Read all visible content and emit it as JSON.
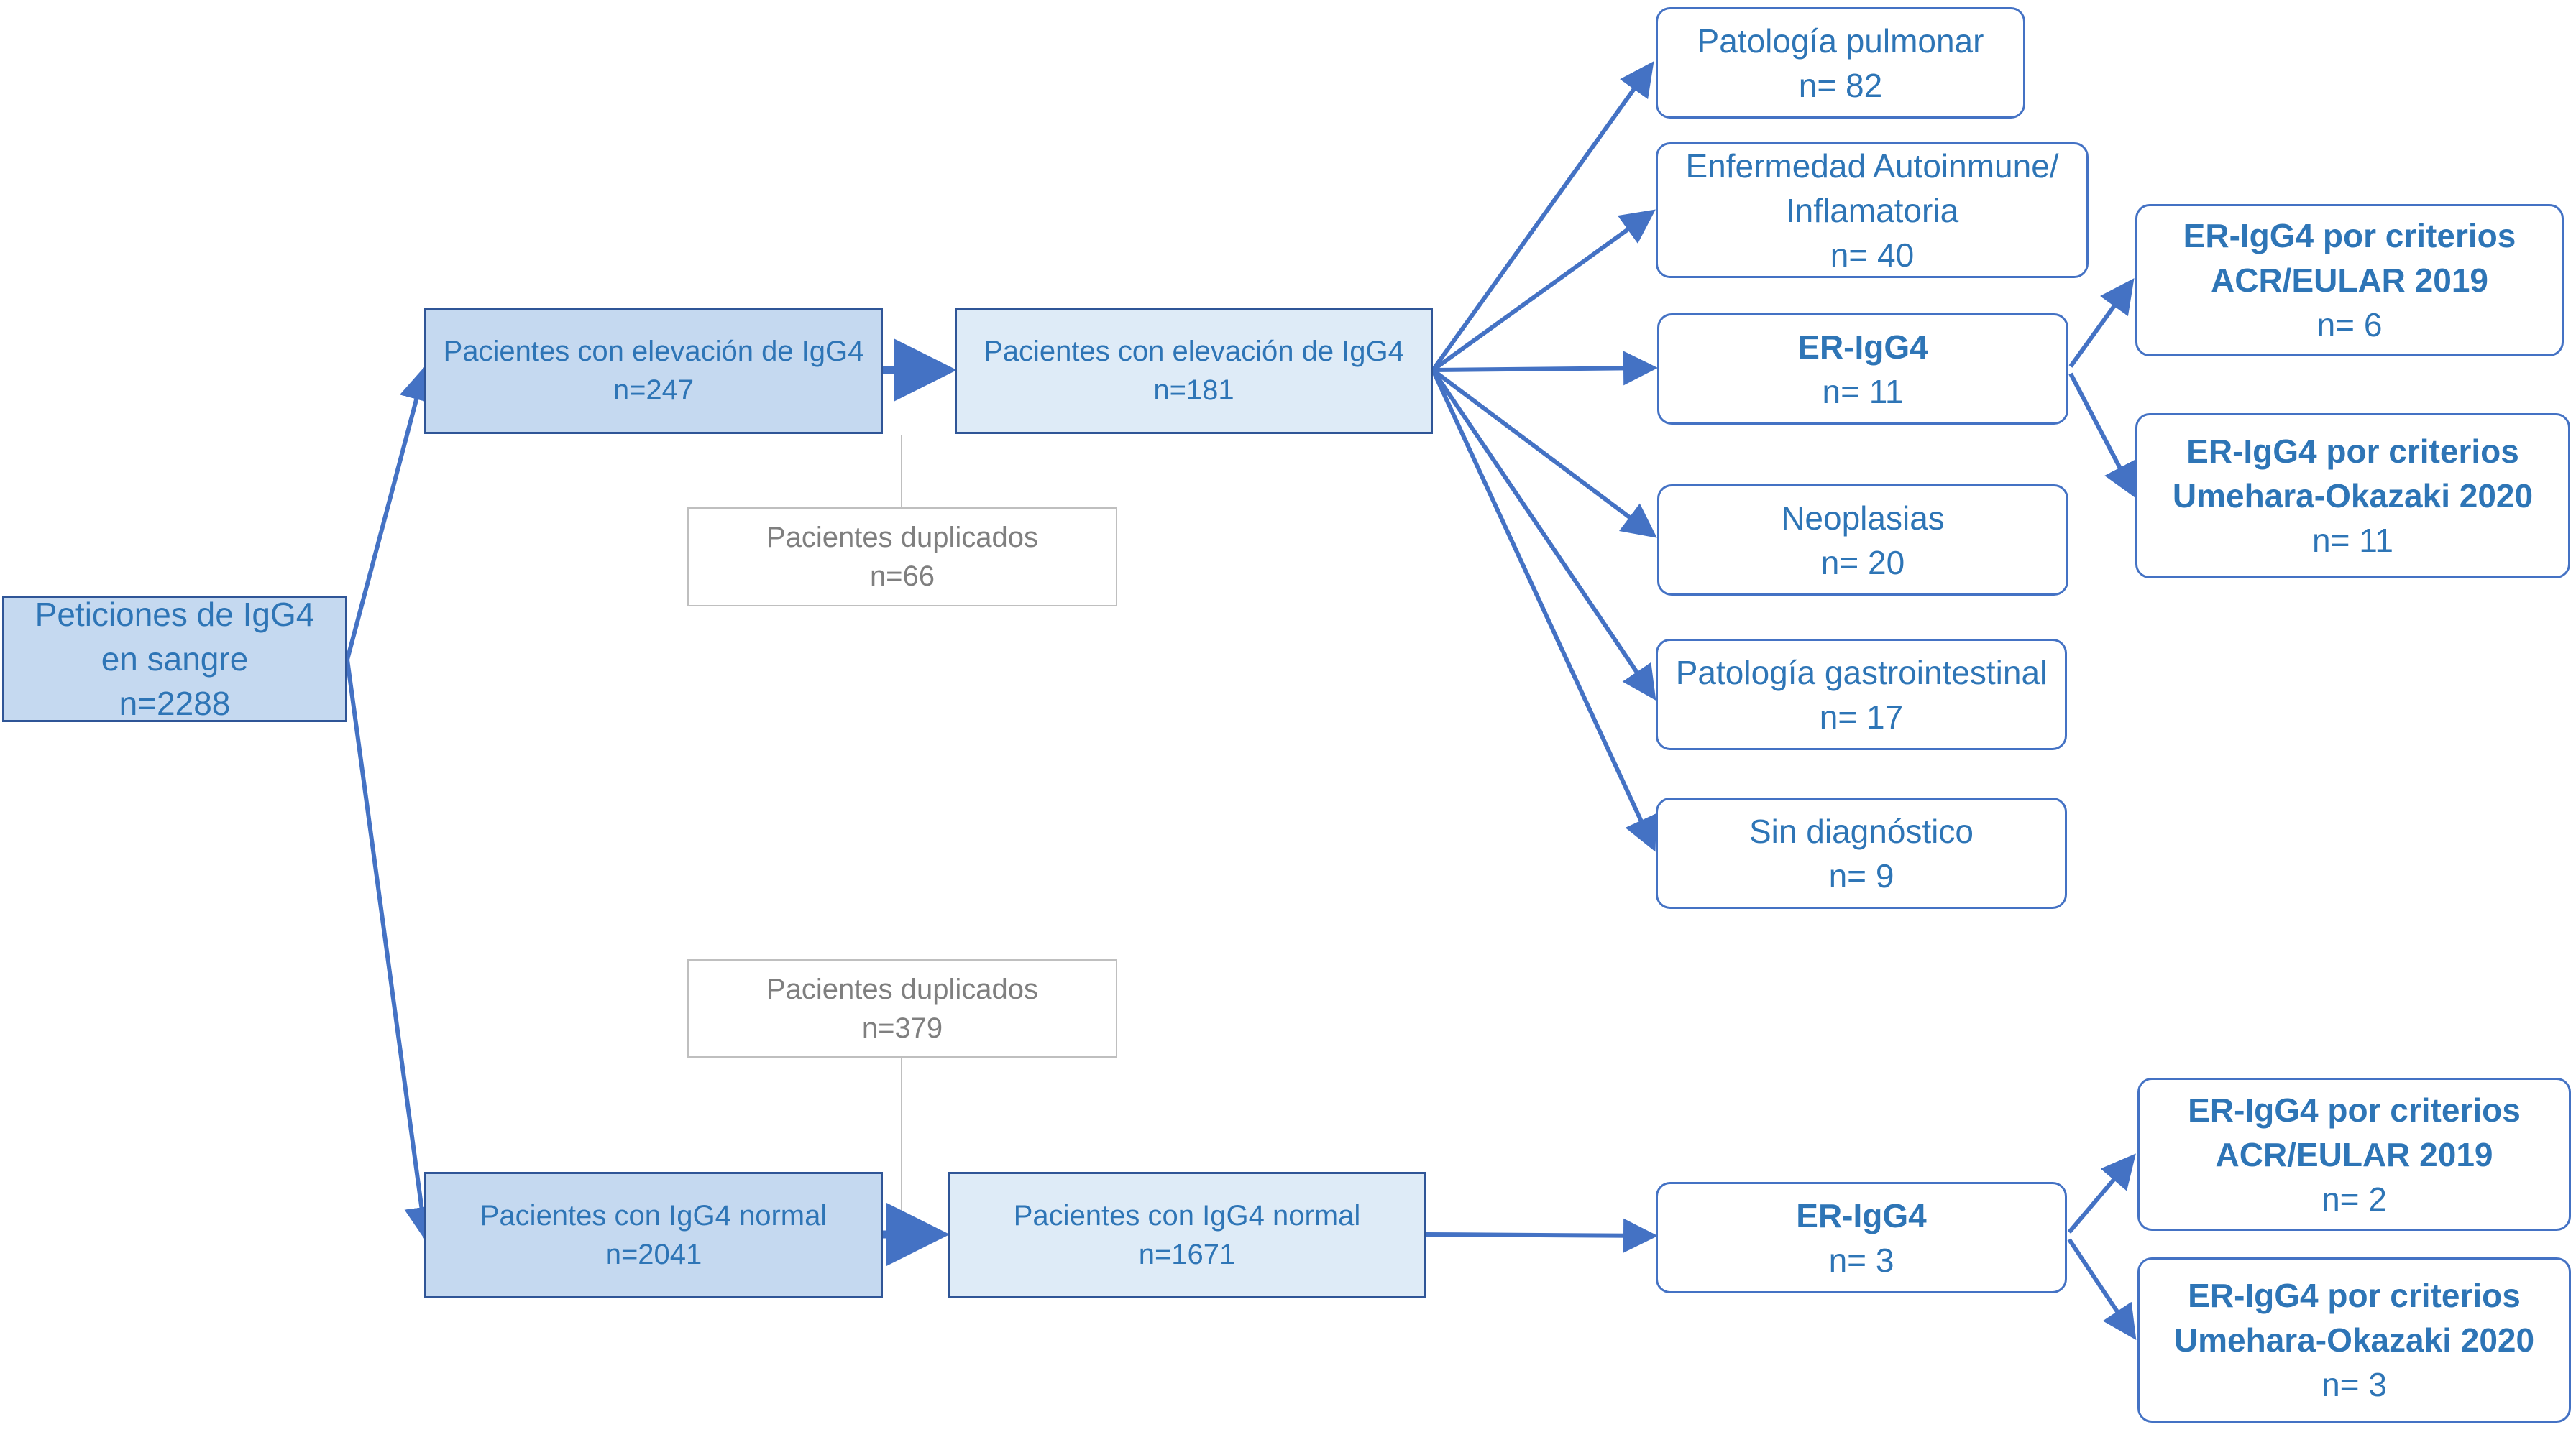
{
  "colors": {
    "arrow": "#4472c4",
    "text": "#2e75b6",
    "box_dark_fill": "#c5d9f0",
    "box_light_fill": "#deebf7",
    "box_border": "#2f5597",
    "grey_text": "#7f7f7f",
    "grey_border": "#bfbfbf"
  },
  "nodes": {
    "root": {
      "line1": "Peticiones de IgG4",
      "line2": "en sangre",
      "line3": "n=2288"
    },
    "elev_a": {
      "line1": "Pacientes con elevación de IgG4",
      "line2": "n=247"
    },
    "elev_b": {
      "line1": "Pacientes con elevación de IgG4",
      "line2": "n=181"
    },
    "dup_top": {
      "line1": "Pacientes duplicados",
      "line2": "n=66"
    },
    "normal_a": {
      "line1": "Pacientes con IgG4 normal",
      "line2": "n=2041"
    },
    "normal_b": {
      "line1": "Pacientes con IgG4 normal",
      "line2": "n=1671"
    },
    "dup_bottom": {
      "line1": "Pacientes duplicados",
      "line2": "n=379"
    },
    "pulmonar": {
      "line1": "Patología pulmonar",
      "line2": "n= 82"
    },
    "autoinmune": {
      "line1": "Enfermedad Autoinmune/",
      "line2": "Inflamatoria",
      "line3": "n= 40"
    },
    "er_top": {
      "line1": "ER-IgG4",
      "line2": "n= 11"
    },
    "neoplasias": {
      "line1": "Neoplasias",
      "line2": "n= 20"
    },
    "gastro": {
      "line1": "Patología gastrointestinal",
      "line2": "n= 17"
    },
    "sin_diag": {
      "line1": "Sin diagnóstico",
      "line2": "n= 9"
    },
    "acr_top": {
      "line1": "ER-IgG4 por criterios",
      "line2": "ACR/EULAR 2019",
      "line3": "n= 6"
    },
    "ume_top": {
      "line1": "ER-IgG4 por criterios",
      "line2": "Umehara-Okazaki 2020",
      "line3": "n= 11"
    },
    "er_bottom": {
      "line1": "ER-IgG4",
      "line2": "n= 3"
    },
    "acr_bottom": {
      "line1": "ER-IgG4 por criterios",
      "line2": "ACR/EULAR 2019",
      "line3": "n= 2"
    },
    "ume_bottom": {
      "line1": "ER-IgG4 por criterios",
      "line2": "Umehara-Okazaki 2020",
      "line3": "n= 3"
    }
  },
  "edges": [
    {
      "from": "root",
      "to": "elev_a"
    },
    {
      "from": "root",
      "to": "normal_a"
    },
    {
      "from": "elev_a",
      "to": "elev_b"
    },
    {
      "from": "normal_a",
      "to": "normal_b"
    },
    {
      "from": "elev_b",
      "to": "pulmonar"
    },
    {
      "from": "elev_b",
      "to": "autoinmune"
    },
    {
      "from": "elev_b",
      "to": "er_top"
    },
    {
      "from": "elev_b",
      "to": "neoplasias"
    },
    {
      "from": "elev_b",
      "to": "gastro"
    },
    {
      "from": "elev_b",
      "to": "sin_diag"
    },
    {
      "from": "er_top",
      "to": "acr_top"
    },
    {
      "from": "er_top",
      "to": "ume_top"
    },
    {
      "from": "normal_b",
      "to": "er_bottom"
    },
    {
      "from": "er_bottom",
      "to": "acr_bottom"
    },
    {
      "from": "er_bottom",
      "to": "ume_bottom"
    }
  ]
}
